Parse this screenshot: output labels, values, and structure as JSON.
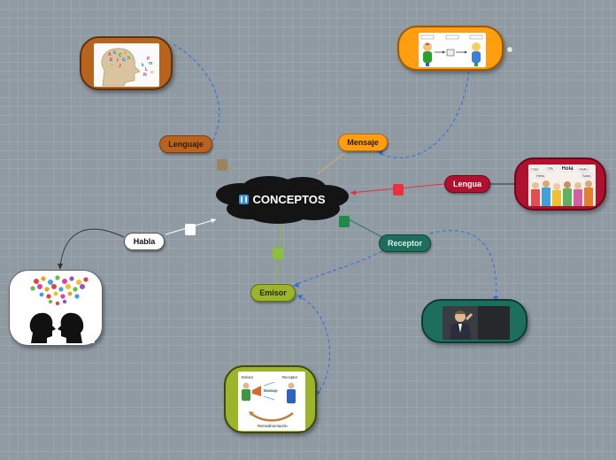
{
  "central": {
    "label": "CONCEPTOS",
    "icon": "map-icon"
  },
  "nodes": {
    "lenguaje": "Lenguaje",
    "mensaje": "Mensaje",
    "lengua": "Lengua",
    "receptor": "Receptor",
    "emisor": "Emisor",
    "habla": "Habla"
  },
  "emisor_image": {
    "emisor": "Emisor",
    "receptor": "Receptor",
    "mensaje": "Mensaje",
    "retro": "Retroalimentación"
  },
  "lengua_image": {
    "bubbles": [
      "Ciao",
      "Olá",
      "Hola",
      "Hallo",
      "Hello",
      "Salut"
    ]
  },
  "colors": {
    "lenguaje": "#b8641e",
    "mensaje": "#ff9f0f",
    "lengua": "#b0112f",
    "receptor": "#1d6e5c",
    "emisor": "#9cb42a",
    "habla": "#ffffff",
    "central": "#1a1a1a"
  }
}
